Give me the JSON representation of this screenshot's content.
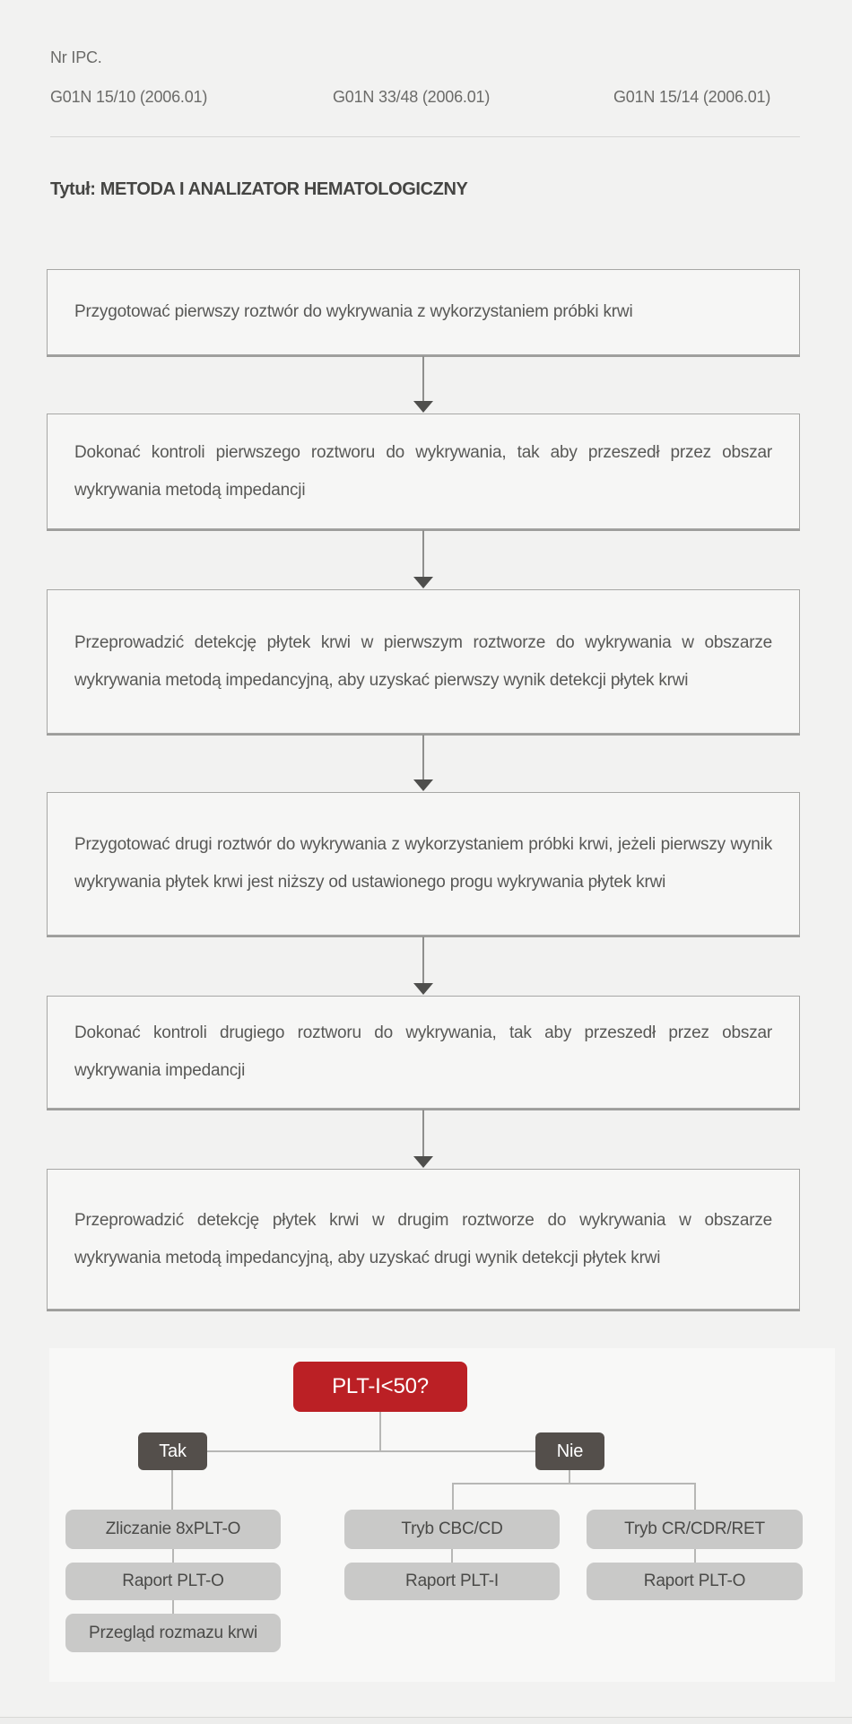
{
  "header": {
    "label": "Nr IPC.",
    "ipc_codes": [
      "G01N 15/10 (2006.01)",
      "G01N 33/48 (2006.01)",
      "G01N 15/14 (2006.01)"
    ],
    "title": "Tytuł: METODA I ANALIZATOR HEMATOLOGICZNY"
  },
  "flowchart": {
    "steps": [
      {
        "text": "Przygotować pierwszy roztwór do wykrywania z wykorzystaniem próbki krwi"
      },
      {
        "text": "Dokonać kontroli pierwszego roztworu do wykrywania, tak aby przeszedł przez obszar wykrywania metodą impedancji"
      },
      {
        "text": "Przeprowadzić detekcję płytek krwi w pierwszym roztworze do wykrywania w obszarze wykrywania metodą impedancyjną, aby uzyskać pierwszy wynik detekcji płytek krwi"
      },
      {
        "text": "Przygotować drugi roztwór do wykrywania z wykorzystaniem próbki krwi, jeżeli pierwszy wynik wykrywania płytek krwi jest niższy od ustawionego progu wykrywania płytek krwi"
      },
      {
        "text": "Dokonać kontroli drugiego roztworu do wykrywania, tak aby przeszedł przez obszar wykrywania impedancji"
      },
      {
        "text": "Przeprowadzić detekcję płytek krwi w drugim roztworze do wykrywania w obszarze wykrywania metodą impedancyjną, aby uzyskać drugi wynik detekcji płytek krwi"
      }
    ]
  },
  "decision_tree": {
    "root": "PLT-I<50?",
    "yes_label": "Tak",
    "no_label": "Nie",
    "yes_branch": [
      "Zliczanie 8xPLT-O",
      "Raport PLT-O",
      "Przegląd rozmazu krwi"
    ],
    "no_branch_left": [
      "Tryb CBC/CD",
      "Raport PLT-I"
    ],
    "no_branch_right": [
      "Tryb CR/CDR/RET",
      "Raport PLT-O"
    ],
    "colors": {
      "root_bg": "#bb2025",
      "decision_bg": "#544f4b",
      "leaf_bg": "#c9c9c8",
      "panel_bg": "#f8f8f7",
      "page_bg": "#f2f2f1",
      "connector": "#b7b7b5"
    }
  }
}
